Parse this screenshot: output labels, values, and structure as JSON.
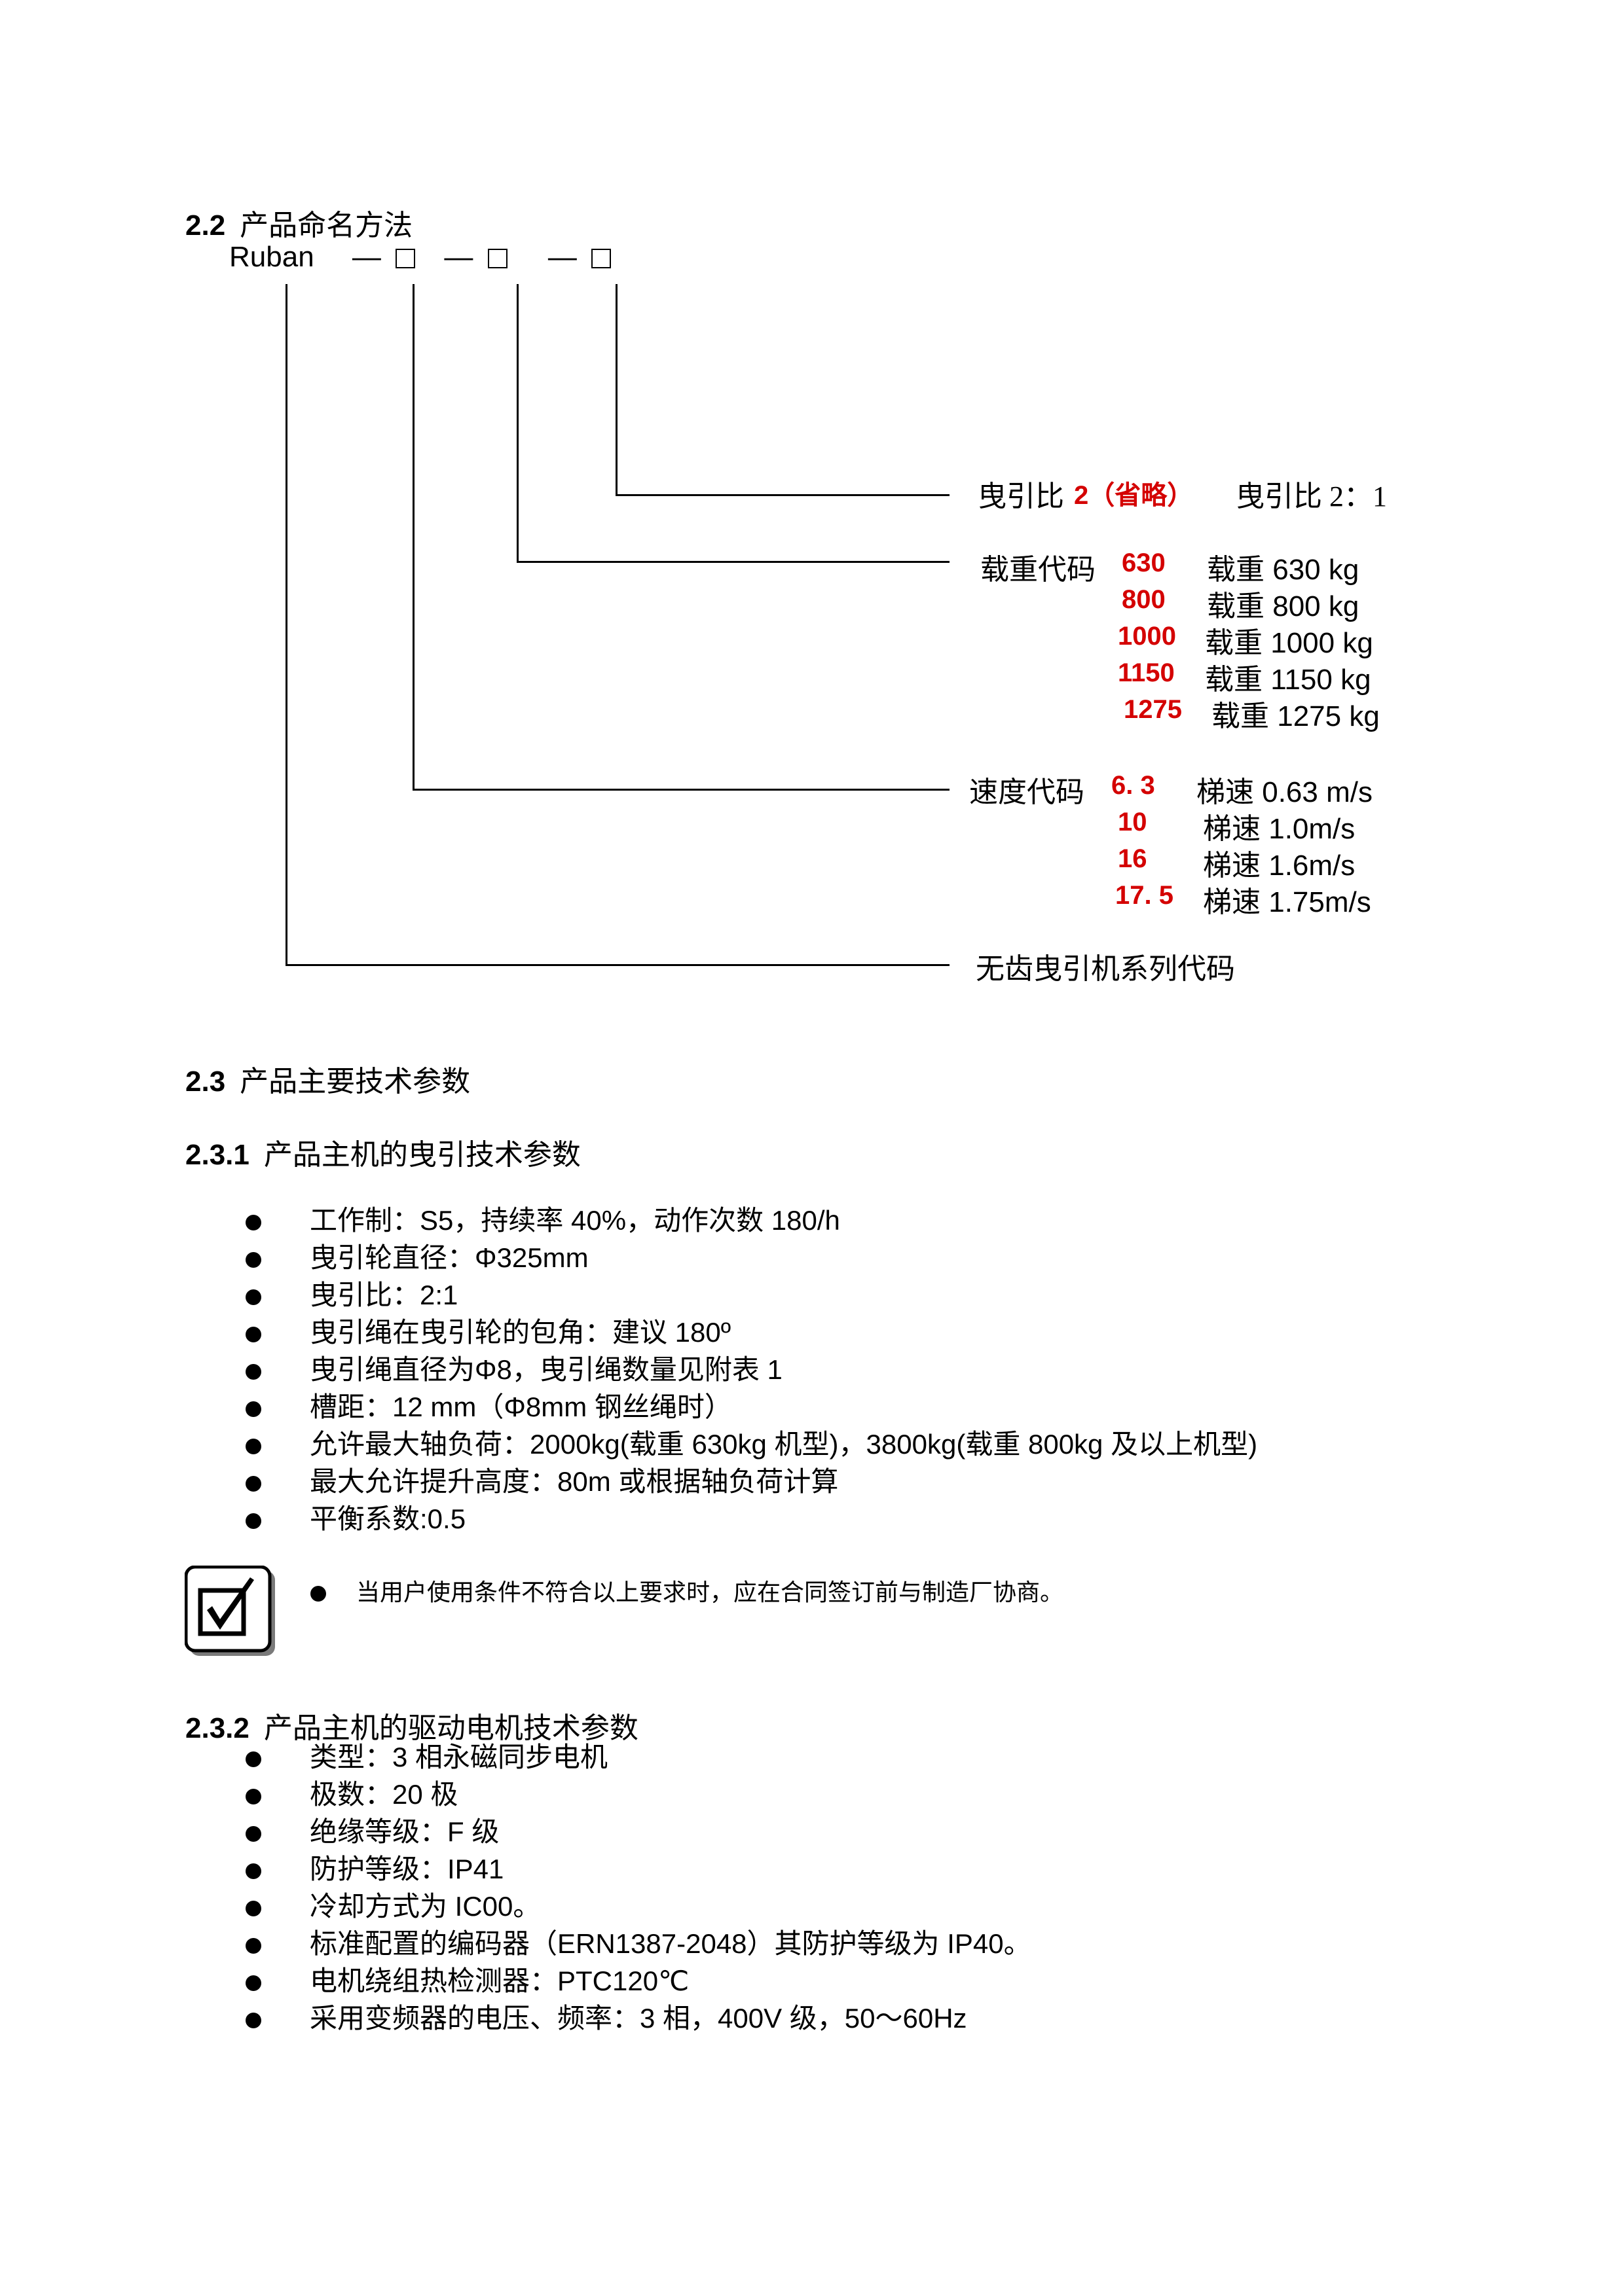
{
  "naming": {
    "section_num": "2.2",
    "section_title": "产品命名方法",
    "model_prefix": "Ruban",
    "dash": "—",
    "ratio": {
      "label": "曳引比",
      "code": "2（省略）",
      "desc": "曳引比 2：1"
    },
    "load": {
      "label": "载重代码",
      "rows": [
        {
          "code": "630",
          "desc": "载重  630 kg"
        },
        {
          "code": "800",
          "desc": "载重 800 kg"
        },
        {
          "code": "1000",
          "desc": "载重 1000 kg"
        },
        {
          "code": "1150",
          "desc": "载重 1150 kg"
        },
        {
          "code": "1275",
          "desc": "载重 1275 kg"
        }
      ]
    },
    "speed": {
      "label": "速度代码",
      "rows": [
        {
          "code": "6. 3",
          "desc": "梯速 0.63 m/s"
        },
        {
          "code": "10",
          "desc": "梯速 1.0m/s"
        },
        {
          "code": "16",
          "desc": "梯速 1.6m/s"
        },
        {
          "code": "17. 5",
          "desc": "梯速 1.75m/s"
        }
      ]
    },
    "series": {
      "label": "无齿曳引机系列代码"
    }
  },
  "params": {
    "section_num": "2.3",
    "section_title": "产品主要技术参数"
  },
  "traction": {
    "section_num": "2.3.1",
    "section_title": "产品主机的曳引技术参数",
    "items": [
      "工作制：S5，持续率 40%，动作次数 180/h",
      "曳引轮直径：Φ325mm",
      "曳引比：2:1",
      "曳引绳在曳引轮的包角：建议 180º",
      "曳引绳直径为Φ8，曳引绳数量见附表 1",
      "槽距：12 mm（Φ8mm 钢丝绳时）",
      "允许最大轴负荷：2000kg(载重 630kg 机型)，3800kg(载重 800kg 及以上机型)",
      "最大允许提升高度：80m 或根据轴负荷计算",
      "平衡系数:0.5"
    ],
    "note": "当用户使用条件不符合以上要求时，应在合同签订前与制造厂协商。"
  },
  "motor": {
    "section_num": "2.3.2",
    "section_title": "产品主机的驱动电机技术参数",
    "items": [
      "类型：3 相永磁同步电机",
      "极数：20 极",
      "绝缘等级：F 级",
      "防护等级：IP41",
      "冷却方式为 IC00。",
      "标准配置的编码器（ERN1387-2048）其防护等级为 IP40。",
      "电机绕组热检测器：PTC120℃",
      "采用变频器的电压、频率：3 相，400V 级，50～60Hz"
    ]
  }
}
